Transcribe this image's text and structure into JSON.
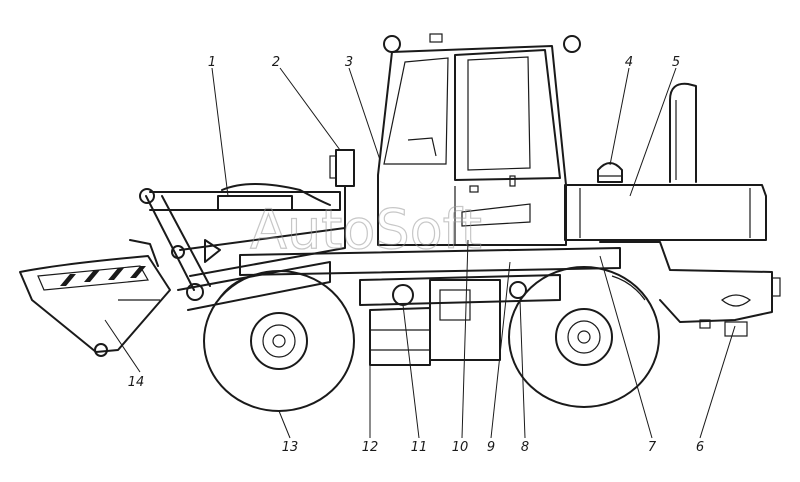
{
  "watermark": "AutoSoft",
  "callouts": [
    {
      "id": "1",
      "label": "1"
    },
    {
      "id": "2",
      "label": "2"
    },
    {
      "id": "3",
      "label": "3"
    },
    {
      "id": "4",
      "label": "4"
    },
    {
      "id": "5",
      "label": "5"
    },
    {
      "id": "6",
      "label": "6"
    },
    {
      "id": "7",
      "label": "7"
    },
    {
      "id": "8",
      "label": "8"
    },
    {
      "id": "9",
      "label": "9"
    },
    {
      "id": "10",
      "label": "10"
    },
    {
      "id": "11",
      "label": "11"
    },
    {
      "id": "12",
      "label": "12"
    },
    {
      "id": "13",
      "label": "13"
    },
    {
      "id": "14",
      "label": "14"
    }
  ],
  "colors": {
    "line": "#1a1a1a",
    "watermark": "#9a9a9a",
    "background": "#ffffff"
  }
}
